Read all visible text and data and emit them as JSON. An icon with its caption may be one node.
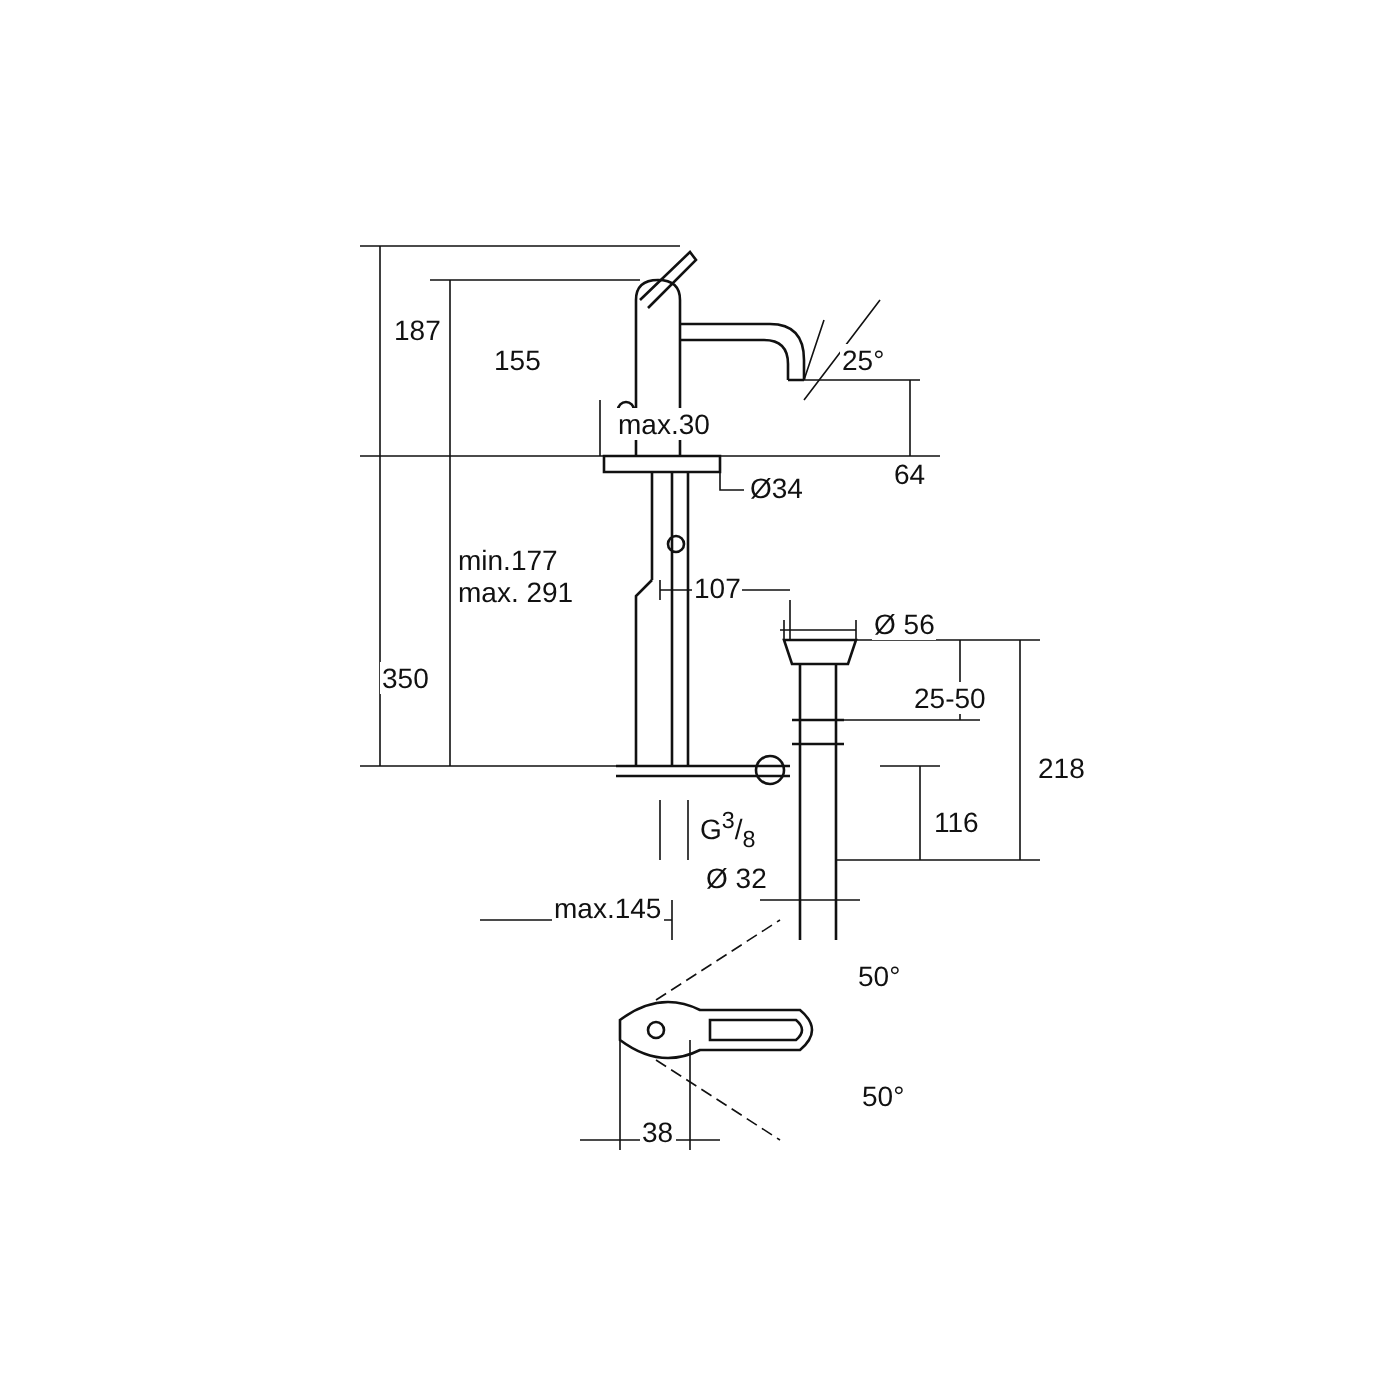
{
  "diagram": {
    "labels": [
      "187",
      "155",
      "max.30",
      "25°",
      "64",
      "Ø34",
      "min.177 max. 291",
      "107",
      "Ø 56",
      "350",
      "25-50",
      "218",
      "G$^{3}$/$_{8}$",
      "116",
      "Ø 32",
      "max.145",
      "50°",
      "50°",
      "38"
    ]
  }
}
